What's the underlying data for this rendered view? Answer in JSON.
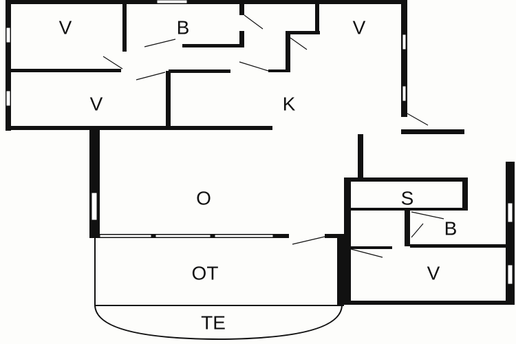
{
  "rooms": [
    {
      "id": "bedroom-1",
      "label": "V"
    },
    {
      "id": "bathroom-1",
      "label": "B"
    },
    {
      "id": "bedroom-2",
      "label": "V"
    },
    {
      "id": "bedroom-3",
      "label": "V"
    },
    {
      "id": "kitchen",
      "label": "K"
    },
    {
      "id": "living-room",
      "label": "O"
    },
    {
      "id": "sauna",
      "label": "S"
    },
    {
      "id": "bathroom-2",
      "label": "B"
    },
    {
      "id": "bedroom-4",
      "label": "V"
    },
    {
      "id": "covered-terrace",
      "label": "OT"
    },
    {
      "id": "terrace",
      "label": "TE"
    }
  ]
}
